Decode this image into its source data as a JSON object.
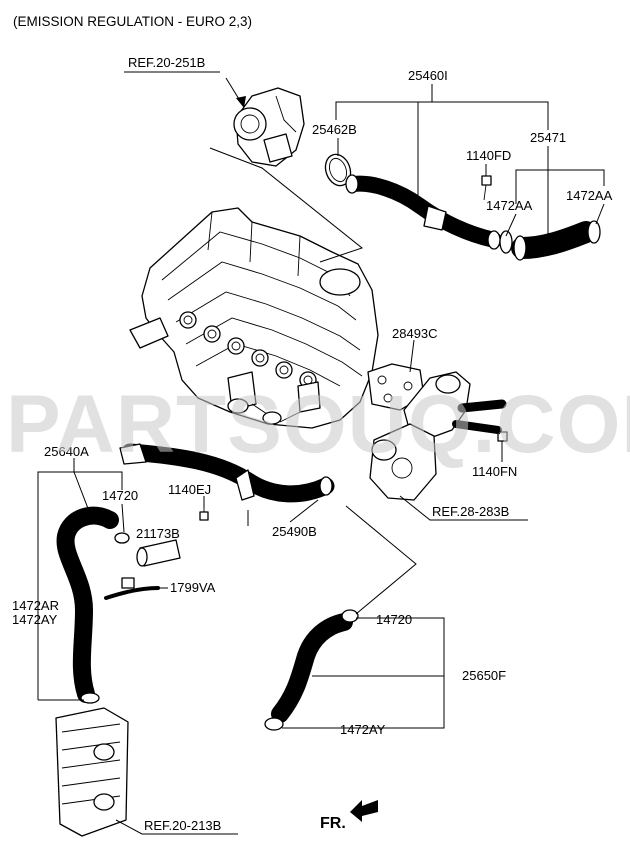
{
  "title": "(EMISSION REGULATION  -  EURO 2,3)",
  "watermark": "PARTSOUQ.COM",
  "fr_label": "FR.",
  "refs": {
    "ref_20_251b": "REF.20-251B",
    "ref_28_283b": "REF.28-283B",
    "ref_20_213b": "REF.20-213B"
  },
  "labels": {
    "p25460i": "25460I",
    "p25462b": "25462B",
    "p25471": "25471",
    "p1140fd": "1140FD",
    "p1472aa_a": "1472AA",
    "p1472aa_b": "1472AA",
    "p28493c": "28493C",
    "p1140fn": "1140FN",
    "p25640a": "25640A",
    "p14720_a": "14720",
    "p1140ej": "1140EJ",
    "p21173b": "21173B",
    "p1799va": "1799VA",
    "p25490b": "25490B",
    "p1472ar": "1472AR",
    "p1472ay_a": "1472AY",
    "p14720_b": "14720",
    "p25650f": "25650F",
    "p1472ay_b": "1472AY"
  },
  "colors": {
    "line": "#000000",
    "background": "#ffffff",
    "watermark": "#c9c9c9"
  }
}
